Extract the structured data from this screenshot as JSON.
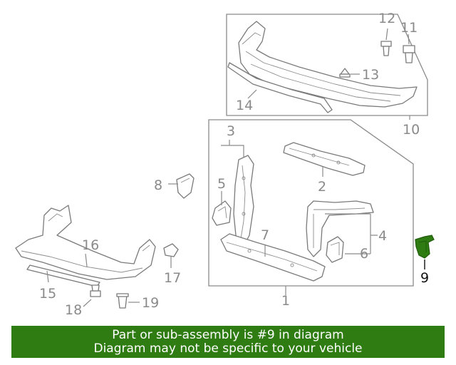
{
  "diagram": {
    "callouts": {
      "c1": "1",
      "c2": "2",
      "c3": "3",
      "c4": "4",
      "c5": "5",
      "c6": "6",
      "c7": "7",
      "c8": "8",
      "c9": "9",
      "c10": "10",
      "c11": "11",
      "c12": "12",
      "c13": "13",
      "c14": "14",
      "c15": "15",
      "c16": "16",
      "c17": "17",
      "c18": "18",
      "c19": "19"
    },
    "highlighted_part": "9",
    "colors": {
      "highlight": "#2f7d12",
      "line_art": "#8a8a8a",
      "banner": "#2f7d12"
    }
  },
  "banner": {
    "line1": "Part or sub-assembly is #9 in diagram",
    "line2": "Diagram may not be specific to your vehicle"
  }
}
